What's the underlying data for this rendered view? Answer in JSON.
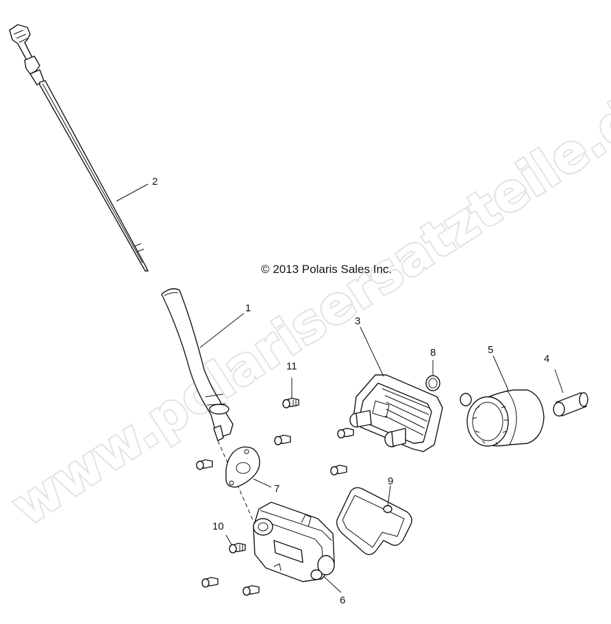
{
  "copyright": "© 2013 Polaris Sales Inc.",
  "watermark": "www.polarisersatzteile.de",
  "callouts": {
    "c1": "1",
    "c2": "2",
    "c3": "3",
    "c4": "4",
    "c5": "5",
    "c6": "6",
    "c7": "7",
    "c8": "8",
    "c9": "9",
    "c10": "10",
    "c11": "11"
  },
  "colors": {
    "line": "#111111",
    "watermark": "#e2e2e2",
    "background": "#ffffff"
  }
}
